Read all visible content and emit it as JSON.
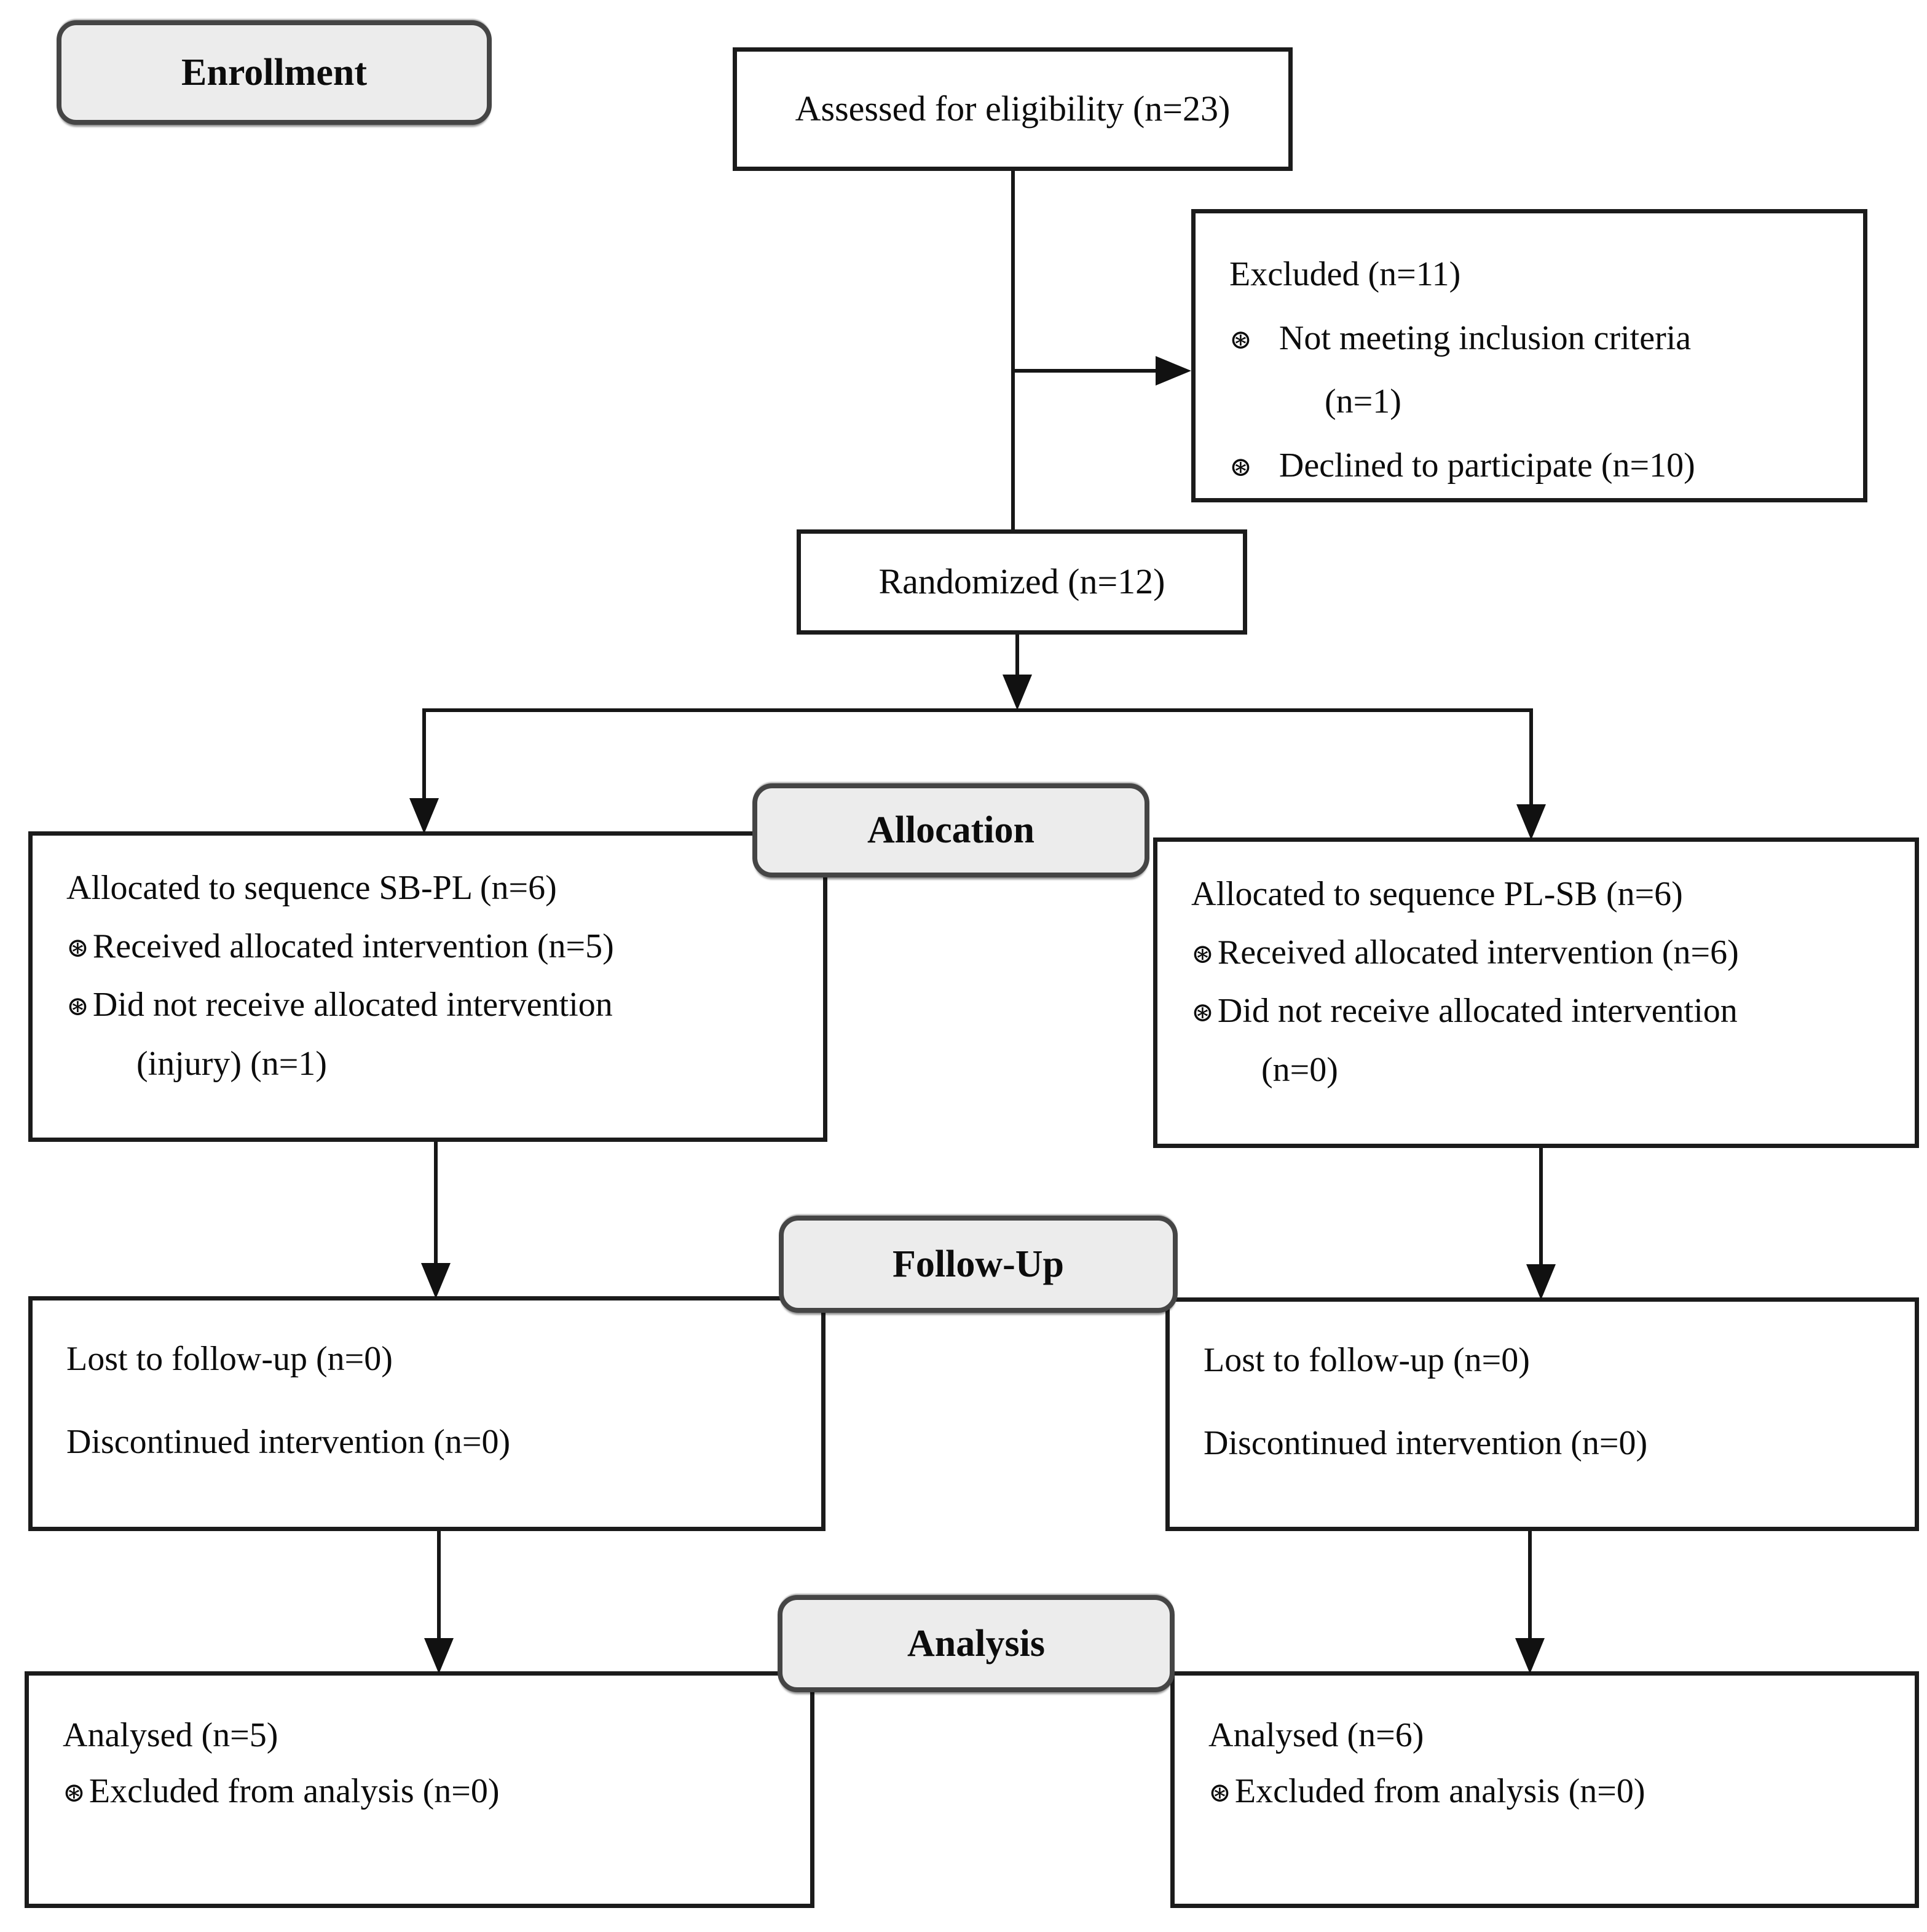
{
  "stages": {
    "enrollment": {
      "label": "Enrollment"
    },
    "allocation": {
      "label": "Allocation"
    },
    "followup": {
      "label": "Follow-Up"
    },
    "analysis": {
      "label": "Analysis"
    }
  },
  "bullet": "⊛",
  "boxes": {
    "assessed": {
      "text": "Assessed for eligibility (n=23)"
    },
    "excluded": {
      "title": "Excluded (n=11)",
      "items": [
        {
          "text": "Not meeting inclusion criteria",
          "cont": "(n=1)"
        },
        {
          "text": "Declined to participate (n=10)",
          "cont": ""
        }
      ]
    },
    "randomized": {
      "text": "Randomized (n=12)"
    },
    "alloc_left": {
      "title": "Allocated to sequence SB-PL (n=6)",
      "items": [
        {
          "text": "Received allocated intervention (n=5)",
          "cont": ""
        },
        {
          "text": "Did not receive allocated intervention",
          "cont": "(injury) (n=1)"
        }
      ]
    },
    "alloc_right": {
      "title": "Allocated to sequence PL-SB (n=6)",
      "items": [
        {
          "text": "Received allocated intervention (n=6)",
          "cont": ""
        },
        {
          "text": "Did not receive allocated intervention",
          "cont": "(n=0)"
        }
      ]
    },
    "fu_left": {
      "lines": [
        "Lost to follow-up (n=0)",
        "Discontinued intervention (n=0)"
      ]
    },
    "fu_right": {
      "lines": [
        "Lost to follow-up (n=0)",
        "Discontinued intervention (n=0)"
      ]
    },
    "an_left": {
      "title": "Analysed (n=5)",
      "items": [
        {
          "text": "Excluded from analysis (n=0)",
          "cont": ""
        }
      ]
    },
    "an_right": {
      "title": "Analysed (n=6)",
      "items": [
        {
          "text": "Excluded from analysis (n=0)",
          "cont": ""
        }
      ]
    }
  },
  "colors": {
    "stage_fill": "#ececec",
    "stage_border": "#454545",
    "box_border": "#1b1b1b",
    "connector": "#161616",
    "text": "#0c0c0c",
    "background": "#ffffff"
  }
}
